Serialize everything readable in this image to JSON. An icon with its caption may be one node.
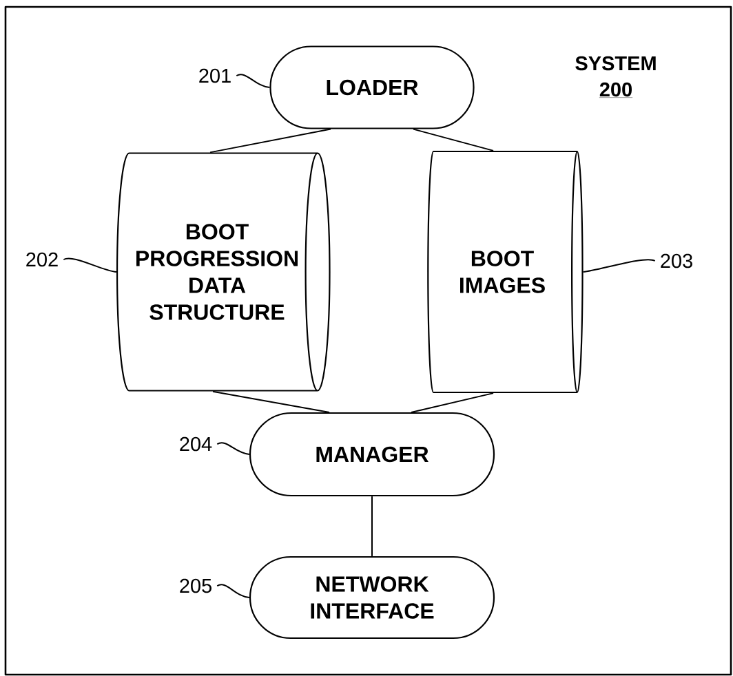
{
  "diagram": {
    "nodes": [
      {
        "text": [
          "LOADER"
        ]
      },
      {
        "text": [
          "BOOT PROGRESSION DATA STRUCTURE"
        ]
      },
      {
        "text": [
          "BOOT IMAGES"
        ]
      },
      {
        "text": [
          "MANAGER"
        ]
      },
      {
        "text": [
          "NETWORK INTERFACE"
        ]
      },
      {
        "text": [
          "201"
        ]
      },
      {
        "text": [
          "202"
        ]
      },
      {
        "text": [
          "203"
        ]
      },
      {
        "text": [
          "204"
        ]
      },
      {
        "text": [
          "205"
        ]
      }
    ],
    "edges": [
      {
        "from": 0,
        "to": 1,
        "arrow": "none"
      },
      {
        "from": 0,
        "to": 2,
        "arrow": "none"
      },
      {
        "from": 1,
        "to": 3,
        "arrow": "none"
      },
      {
        "from": 2,
        "to": 3,
        "arrow": "none"
      },
      {
        "from": 3,
        "to": 4,
        "arrow": "none"
      },
      {
        "from": 5,
        "to": 0,
        "arrow": "none"
      },
      {
        "from": 6,
        "to": 1,
        "arrow": "none"
      },
      {
        "from": 7,
        "to": 2,
        "arrow": "none"
      },
      {
        "from": 8,
        "to": 3,
        "arrow": "none"
      },
      {
        "from": 9,
        "to": 4,
        "arrow": "none"
      }
    ],
    "labels": [
      "SYSTEM",
      "200"
    ]
  }
}
